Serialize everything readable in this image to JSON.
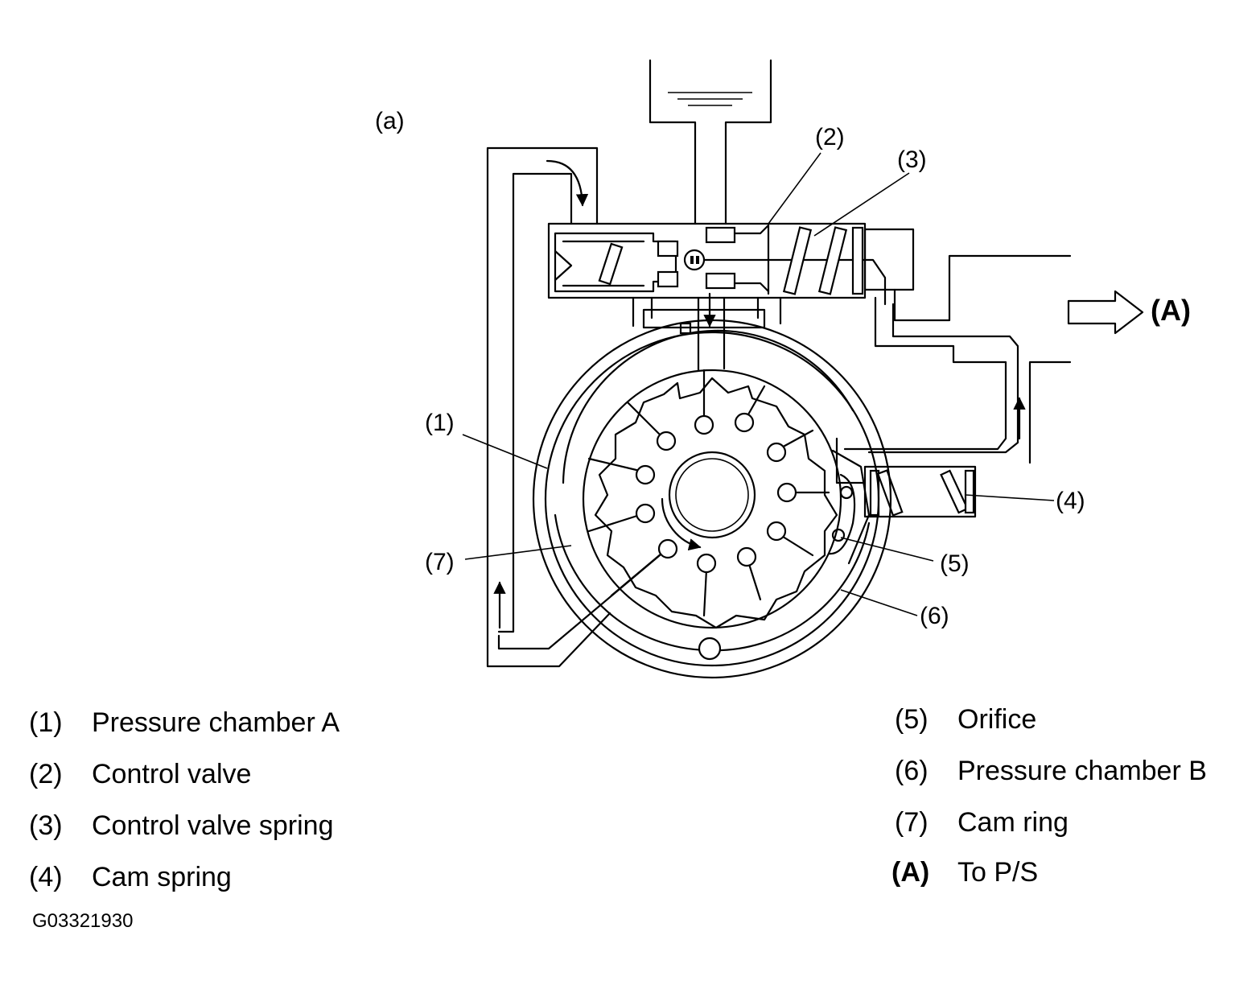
{
  "figure": {
    "view_label": "(a)",
    "flow_label": "(A)",
    "callouts": [
      "(1)",
      "(2)",
      "(3)",
      "(4)",
      "(5)",
      "(6)",
      "(7)"
    ]
  },
  "legend": {
    "left": [
      {
        "key": "(1)",
        "text": "Pressure chamber A"
      },
      {
        "key": "(2)",
        "text": "Control valve"
      },
      {
        "key": "(3)",
        "text": "Control valve spring"
      },
      {
        "key": "(4)",
        "text": "Cam spring"
      }
    ],
    "right": [
      {
        "key": "(5)",
        "text": "Orifice"
      },
      {
        "key": "(6)",
        "text": "Pressure chamber B"
      },
      {
        "key": "(7)",
        "text": "Cam ring"
      },
      {
        "key": "(A)",
        "text": "To P/S",
        "bold": true
      }
    ]
  },
  "figure_code": "G03321930"
}
